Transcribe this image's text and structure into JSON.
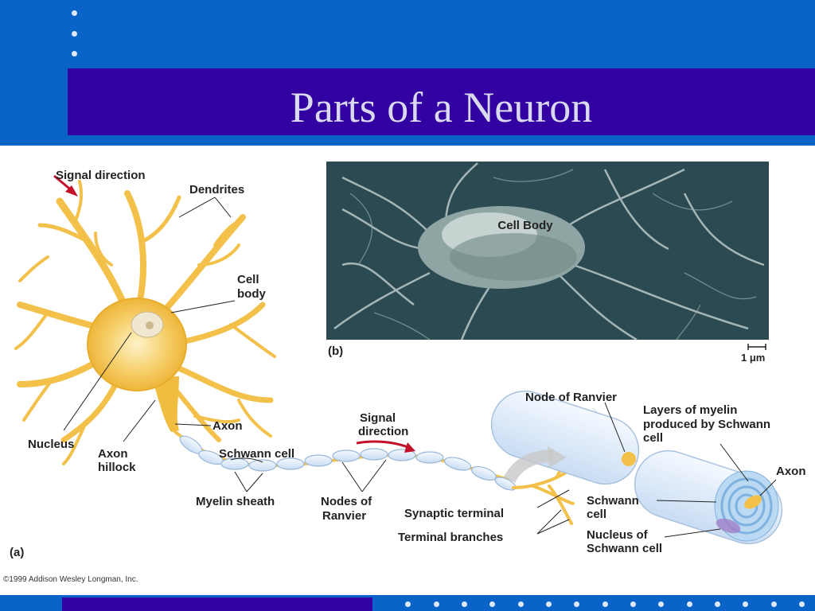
{
  "slide": {
    "title": "Parts of a Neuron",
    "colors": {
      "background": "#0a63c7",
      "title_bar": "#3300a1",
      "title_text": "#d9d9ef",
      "neuron": "#f3c14a",
      "micrograph": "#2c4a52"
    }
  },
  "diagram": {
    "panel_a_label": "(a)",
    "panel_b_label": "(b)",
    "labels": {
      "signal_direction_top": "Signal direction",
      "dendrites": "Dendrites",
      "cell_body_1": "Cell",
      "cell_body_2": "body",
      "axon": "Axon",
      "nucleus": "Nucleus",
      "axon_hillock_1": "Axon",
      "axon_hillock_2": "hillock",
      "schwann_cell": "Schwann cell",
      "myelin_sheath": "Myelin sheath",
      "nodes_of_ranvier_1": "Nodes of",
      "nodes_of_ranvier_2": "Ranvier",
      "signal_direction_mid_1": "Signal",
      "signal_direction_mid_2": "direction",
      "synaptic_terminal": "Synaptic terminal",
      "terminal_branches": "Terminal branches",
      "node_of_ranvier": "Node of Ranvier",
      "layers_myelin_1": "Layers of myelin",
      "layers_myelin_2": "produced by Schwann",
      "layers_myelin_3": "cell",
      "axon_right": "Axon",
      "schwann_cell_right_1": "Schwann",
      "schwann_cell_right_2": "cell",
      "nucleus_schwann_1": "Nucleus of",
      "nucleus_schwann_2": "Schwann cell",
      "micro_cell_body": "Cell Body",
      "scale_bar": "1 μm",
      "copyright": "©1999 Addison Wesley Longman, Inc."
    }
  }
}
